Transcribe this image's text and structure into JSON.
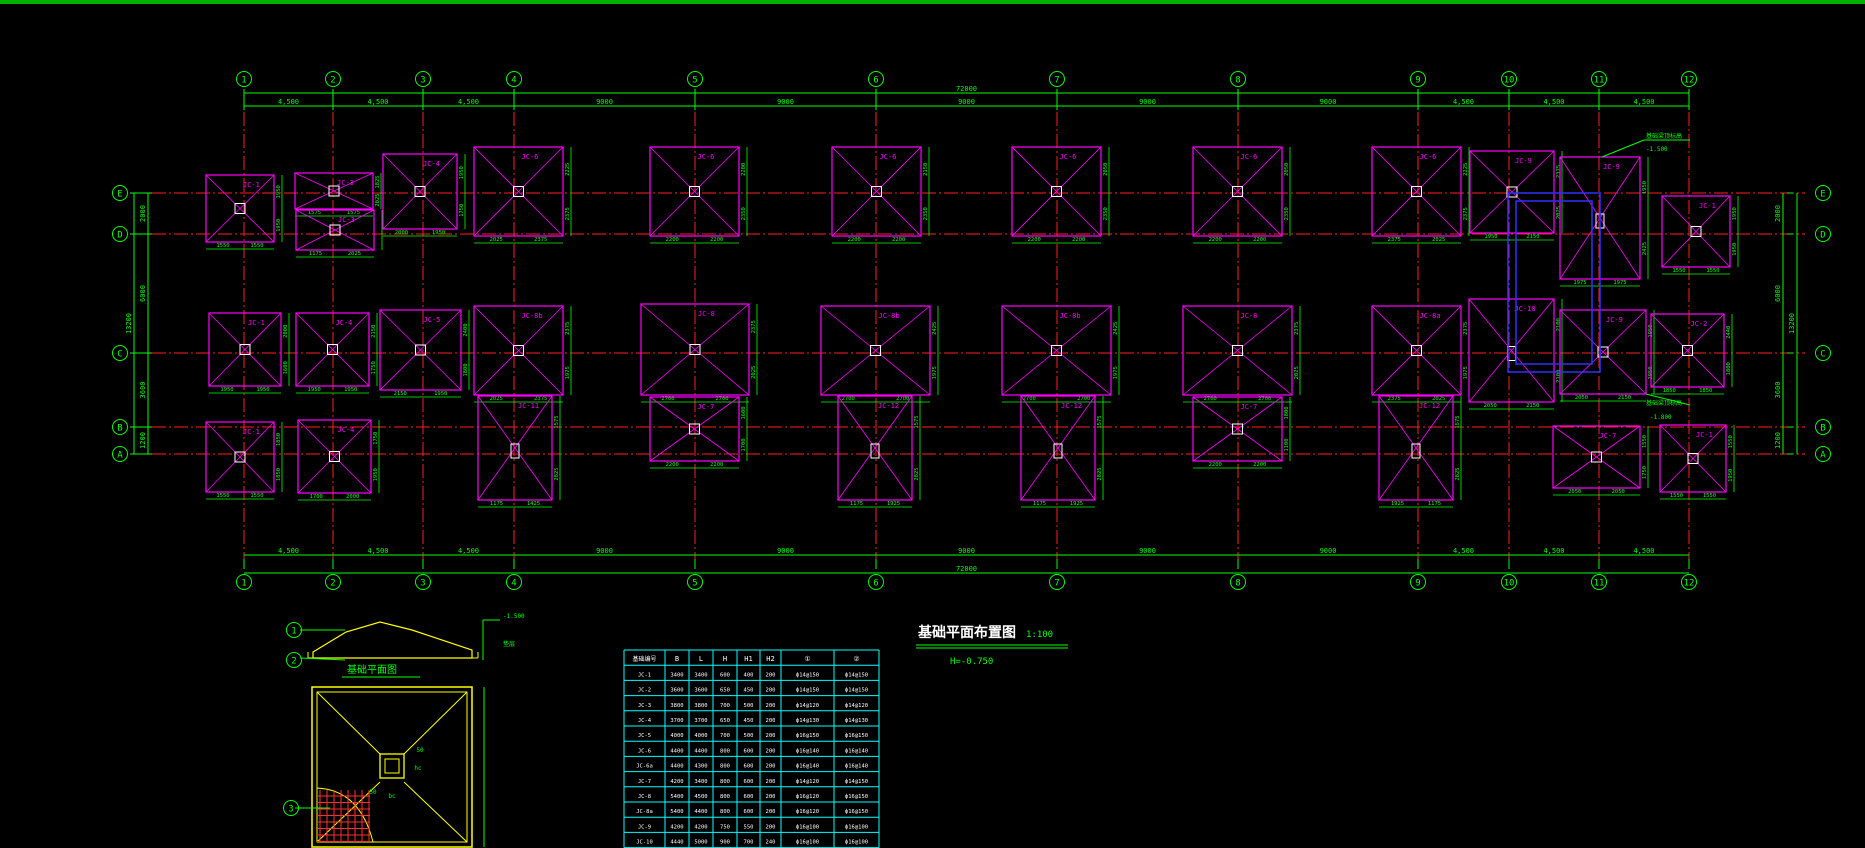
{
  "colors": {
    "background": "#000000",
    "dimension": "#00ff00",
    "footing": "#ff00ff",
    "axis": "#ff2020",
    "column": "#ffffff",
    "beam": "#3030ff",
    "detail": "#ffff00",
    "table_border": "#00ffff",
    "title": "#ffffff"
  },
  "grid": {
    "vertical_axes": [
      "1",
      "2",
      "3",
      "4",
      "5",
      "6",
      "7",
      "8",
      "9",
      "10",
      "11",
      "12"
    ],
    "horizontal_axes": [
      "E",
      "D",
      "C",
      "B",
      "A"
    ],
    "top_spacings": [
      "4,500",
      "4,500",
      "4,500",
      "9000",
      "9000",
      "9000",
      "9000",
      "9000",
      "4,500",
      "4,500",
      "4,500"
    ],
    "total_length": "72000",
    "left_spacings": [
      "2000",
      "6000",
      "3600",
      "1200"
    ],
    "left_total": "13200",
    "right_spacings": [
      "2000",
      "6000",
      "3600",
      "1200"
    ],
    "right_total": "13200"
  },
  "footings": [
    {
      "label": "JC-1",
      "dims": [
        "1550",
        "1550",
        "1950",
        "1950"
      ]
    },
    {
      "label": "JC-3",
      "dims": [
        "1575",
        "1575",
        "1825",
        "2025"
      ]
    },
    {
      "label": "JC-3",
      "dims": [
        "1175",
        "2025"
      ]
    },
    {
      "label": "JC-4",
      "dims": [
        "2000",
        "1950",
        "1950",
        "1750"
      ]
    },
    {
      "label": "JC-6",
      "dims": [
        "2025",
        "2375",
        "2225",
        "2375"
      ]
    },
    {
      "label": "JC-6",
      "dims": [
        "2200",
        "2200",
        "2200",
        "2350"
      ]
    },
    {
      "label": "JC-6",
      "dims": [
        "2200",
        "2200",
        "2150",
        "2350"
      ]
    },
    {
      "label": "JC-6",
      "dims": [
        "2200",
        "2200",
        "2050",
        "2350"
      ]
    },
    {
      "label": "JC-6",
      "dims": [
        "2200",
        "2200",
        "2050",
        "2350"
      ]
    },
    {
      "label": "JC-6",
      "dims": [
        "2375",
        "2025",
        "2225",
        "2375"
      ]
    },
    {
      "label": "JC-9",
      "dims": [
        "1950",
        "2150",
        "2375",
        "2025"
      ]
    },
    {
      "label": "JC-9",
      "dims": [
        "1975",
        "1975",
        "1950",
        "2425"
      ]
    },
    {
      "label": "JC-1",
      "dims": [
        "1550",
        "1550",
        "1950",
        "1950"
      ]
    },
    {
      "label": "JC-1",
      "dims": [
        "1950",
        "1950",
        "2000",
        "1600"
      ]
    },
    {
      "label": "JC-4",
      "dims": [
        "1950",
        "1950",
        "2150",
        "1750"
      ]
    },
    {
      "label": "JC-5",
      "dims": [
        "2150",
        "1950",
        "2400",
        "1800"
      ]
    },
    {
      "label": "JC-8b",
      "dims": [
        "2025",
        "2375",
        "2375",
        "1975"
      ]
    },
    {
      "label": "JC-8",
      "dims": [
        "2700",
        "2700",
        "2375",
        "2025"
      ]
    },
    {
      "label": "JC-8b",
      "dims": [
        "2700",
        "2700",
        "2425",
        "1975"
      ]
    },
    {
      "label": "JC-8b",
      "dims": [
        "2700",
        "2700",
        "2425",
        "1975"
      ]
    },
    {
      "label": "JC-8",
      "dims": [
        "2700",
        "2700",
        "2375",
        "2025"
      ]
    },
    {
      "label": "JC-8a",
      "dims": [
        "2375",
        "2025",
        "2375",
        "1975"
      ]
    },
    {
      "label": "JC-10",
      "dims": [
        "2050",
        "2150",
        "2100",
        "2100"
      ]
    },
    {
      "label": "JC-9",
      "dims": [
        "2050",
        "2150",
        "1950",
        "1950"
      ]
    },
    {
      "label": "JC-2",
      "dims": [
        "1850",
        "1850",
        "2440",
        "1800"
      ]
    },
    {
      "label": "JC-1",
      "dims": [
        "1550",
        "1550",
        "1850",
        "1850"
      ]
    },
    {
      "label": "JC-4",
      "dims": [
        "1700",
        "2000",
        "1750",
        "1950"
      ]
    },
    {
      "label": "JC-11",
      "dims": [
        "1175",
        "1425",
        "1575",
        "2825"
      ]
    },
    {
      "label": "JC-7",
      "dims": [
        "2200",
        "2200",
        "1600",
        "1700"
      ]
    },
    {
      "label": "JC-12",
      "dims": [
        "1175",
        "1925",
        "1575",
        "2825"
      ]
    },
    {
      "label": "JC-12",
      "dims": [
        "1175",
        "1925",
        "1575",
        "2825"
      ]
    },
    {
      "label": "JC-7",
      "dims": [
        "2200",
        "2200",
        "1800",
        "1100"
      ]
    },
    {
      "label": "JC-12",
      "dims": [
        "1925",
        "1175",
        "1575",
        "2825"
      ]
    },
    {
      "label": "JC-7",
      "dims": [
        "2050",
        "2050",
        "1550",
        "1750"
      ]
    },
    {
      "label": "JC-1",
      "dims": [
        "1550",
        "1550",
        "1550",
        "1950"
      ]
    }
  ],
  "annotations": {
    "top_right": "基础梁顶标高",
    "top_right_value": "-1.500",
    "bottom_right": "基础梁顶标高",
    "bottom_right_value": "-1.800"
  },
  "detail": {
    "section_title": "基础平面图",
    "elev_top": "-1.500",
    "elev_bot": "垫层",
    "markers": [
      "1",
      "2",
      "3"
    ],
    "plan_dims": [
      "bc",
      "hc",
      "50",
      "50"
    ]
  },
  "title_block": {
    "title": "基础平面布置图",
    "scale": "1:100",
    "elevation": "H=-0.750"
  },
  "table": {
    "headers": [
      "基础编号",
      "B",
      "L",
      "H",
      "H1",
      "H2",
      "①",
      "②"
    ],
    "rows": [
      [
        "JC-1",
        "3400",
        "3400",
        "600",
        "400",
        "200",
        "ф14@150",
        "ф14@150"
      ],
      [
        "JC-2",
        "3600",
        "3600",
        "650",
        "450",
        "200",
        "ф14@150",
        "ф14@150"
      ],
      [
        "JC-3",
        "3800",
        "3800",
        "700",
        "500",
        "200",
        "ф14@120",
        "ф14@120"
      ],
      [
        "JC-4",
        "3700",
        "3700",
        "650",
        "450",
        "200",
        "ф14@130",
        "ф14@130"
      ],
      [
        "JC-5",
        "4000",
        "4000",
        "700",
        "500",
        "200",
        "ф16@150",
        "ф16@150"
      ],
      [
        "JC-6",
        "4400",
        "4400",
        "800",
        "600",
        "200",
        "ф16@140",
        "ф16@140"
      ],
      [
        "JC-6a",
        "4400",
        "4300",
        "800",
        "600",
        "200",
        "ф16@140",
        "ф16@140"
      ],
      [
        "JC-7",
        "4200",
        "3400",
        "800",
        "600",
        "200",
        "ф14@120",
        "ф14@150"
      ],
      [
        "JC-8",
        "5400",
        "4500",
        "800",
        "600",
        "200",
        "ф16@120",
        "ф16@150"
      ],
      [
        "JC-8a",
        "5400",
        "4400",
        "800",
        "600",
        "200",
        "ф16@120",
        "ф16@150"
      ],
      [
        "JC-9",
        "4200",
        "4200",
        "750",
        "550",
        "200",
        "ф16@100",
        "ф16@100"
      ],
      [
        "JC-10",
        "4440",
        "5000",
        "900",
        "700",
        "240",
        "ф16@100",
        "ф16@100"
      ]
    ]
  }
}
